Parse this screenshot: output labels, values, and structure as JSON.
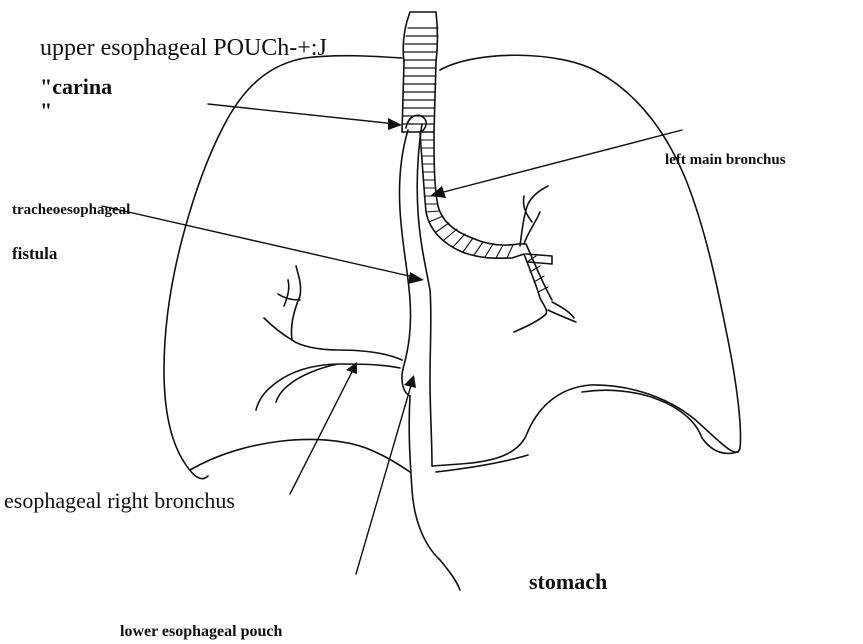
{
  "labels": {
    "upper_pouch": "upper esophageal POUCh-+:J",
    "carina": "\"carina",
    "stray_quote": "\"",
    "left_main_bronchus": "left main bronchus",
    "tracheoesophageal": "tracheoesophageal",
    "fistula": "fistula",
    "esophageal_right_bronchus": "esophageal right bronchus",
    "stomach": "stomach",
    "lower_pouch": "lower esophageal pouch"
  },
  "colors": {
    "ink": "#111111",
    "background": "#ffffff"
  }
}
